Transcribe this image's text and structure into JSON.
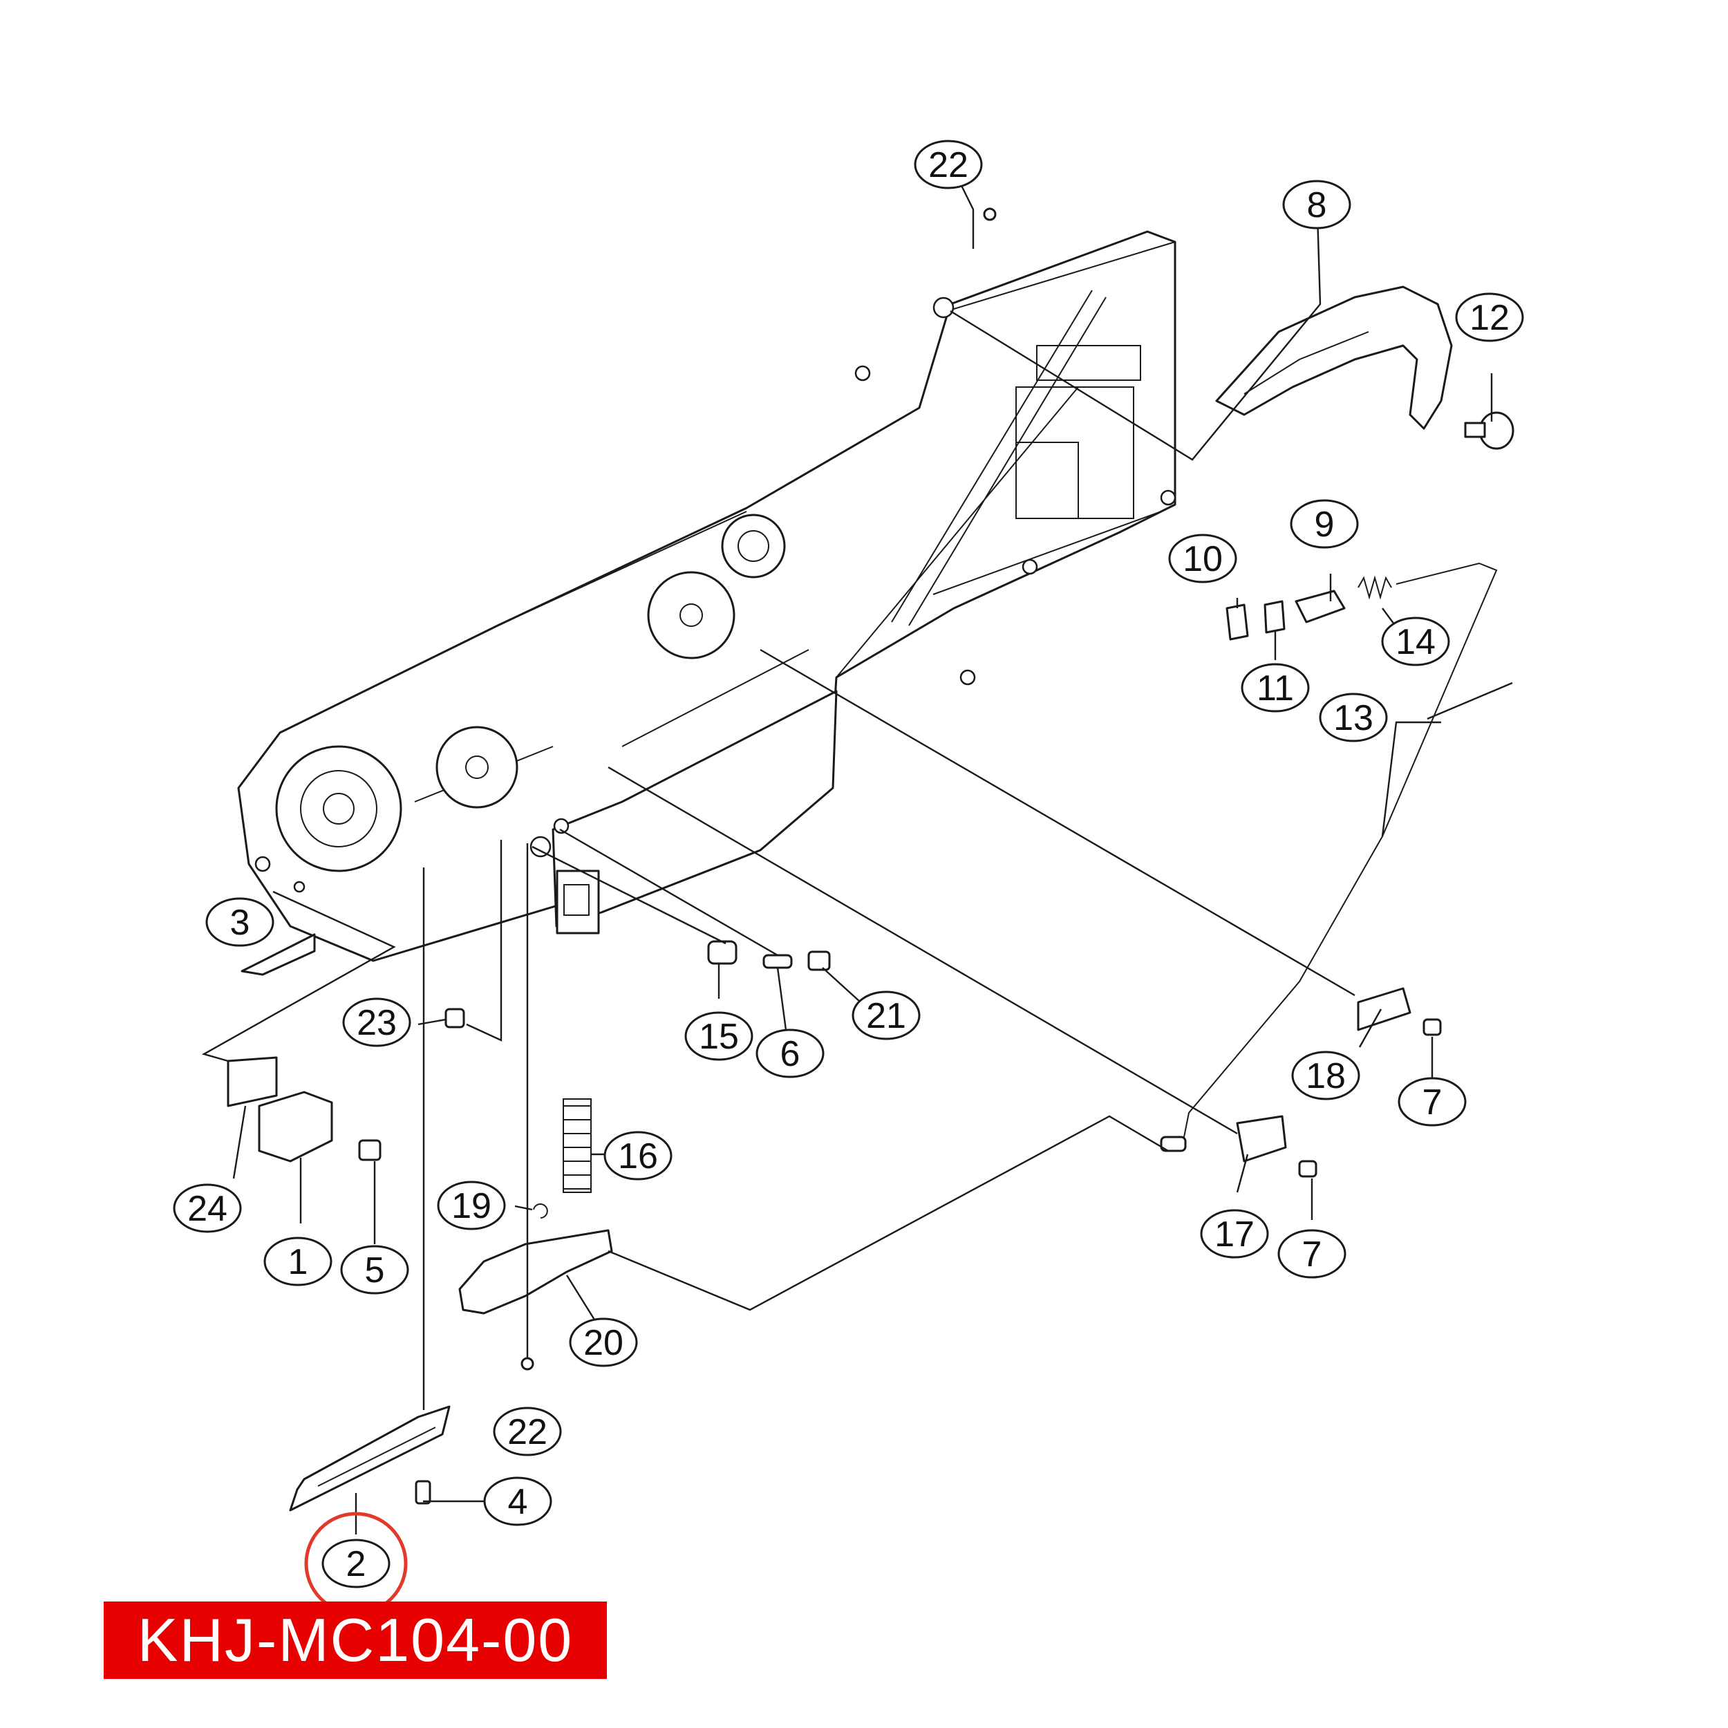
{
  "part_code": "KHJ-MC104-00",
  "colors": {
    "label_bg": "#e60000",
    "highlight": "#e23a2a",
    "ink": "#1a1a1a"
  },
  "highlighted_callout": "2",
  "callouts": {
    "c1": "1",
    "c2": "2",
    "c3": "3",
    "c4": "4",
    "c5": "5",
    "c6": "6",
    "c7a": "7",
    "c7b": "7",
    "c8": "8",
    "c9": "9",
    "c10": "10",
    "c11": "11",
    "c12": "12",
    "c13": "13",
    "c14": "14",
    "c15": "15",
    "c16": "16",
    "c17": "17",
    "c18": "18",
    "c19": "19",
    "c20": "20",
    "c21": "21",
    "c22a": "22",
    "c22b": "22",
    "c23": "23",
    "c24": "24"
  }
}
